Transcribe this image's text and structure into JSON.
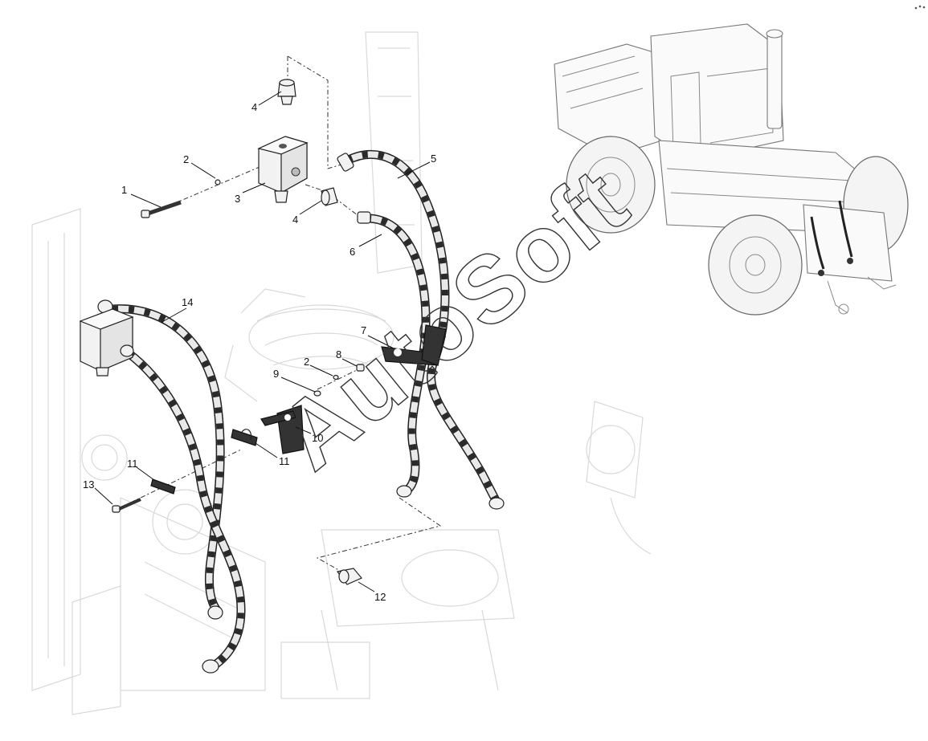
{
  "watermark": "AutoSoft",
  "callouts": [
    {
      "key": "1",
      "label": "1"
    },
    {
      "key": "2a",
      "label": "2"
    },
    {
      "key": "3",
      "label": "3"
    },
    {
      "key": "4a",
      "label": "4"
    },
    {
      "key": "4b",
      "label": "4"
    },
    {
      "key": "5",
      "label": "5"
    },
    {
      "key": "6",
      "label": "6"
    },
    {
      "key": "7",
      "label": "7"
    },
    {
      "key": "2b",
      "label": "2"
    },
    {
      "key": "8",
      "label": "8"
    },
    {
      "key": "9",
      "label": "9"
    },
    {
      "key": "10",
      "label": "10"
    },
    {
      "key": "11a",
      "label": "11"
    },
    {
      "key": "11b",
      "label": "11"
    },
    {
      "key": "12",
      "label": "12"
    },
    {
      "key": "13",
      "label": "13"
    },
    {
      "key": "14",
      "label": "14"
    }
  ]
}
